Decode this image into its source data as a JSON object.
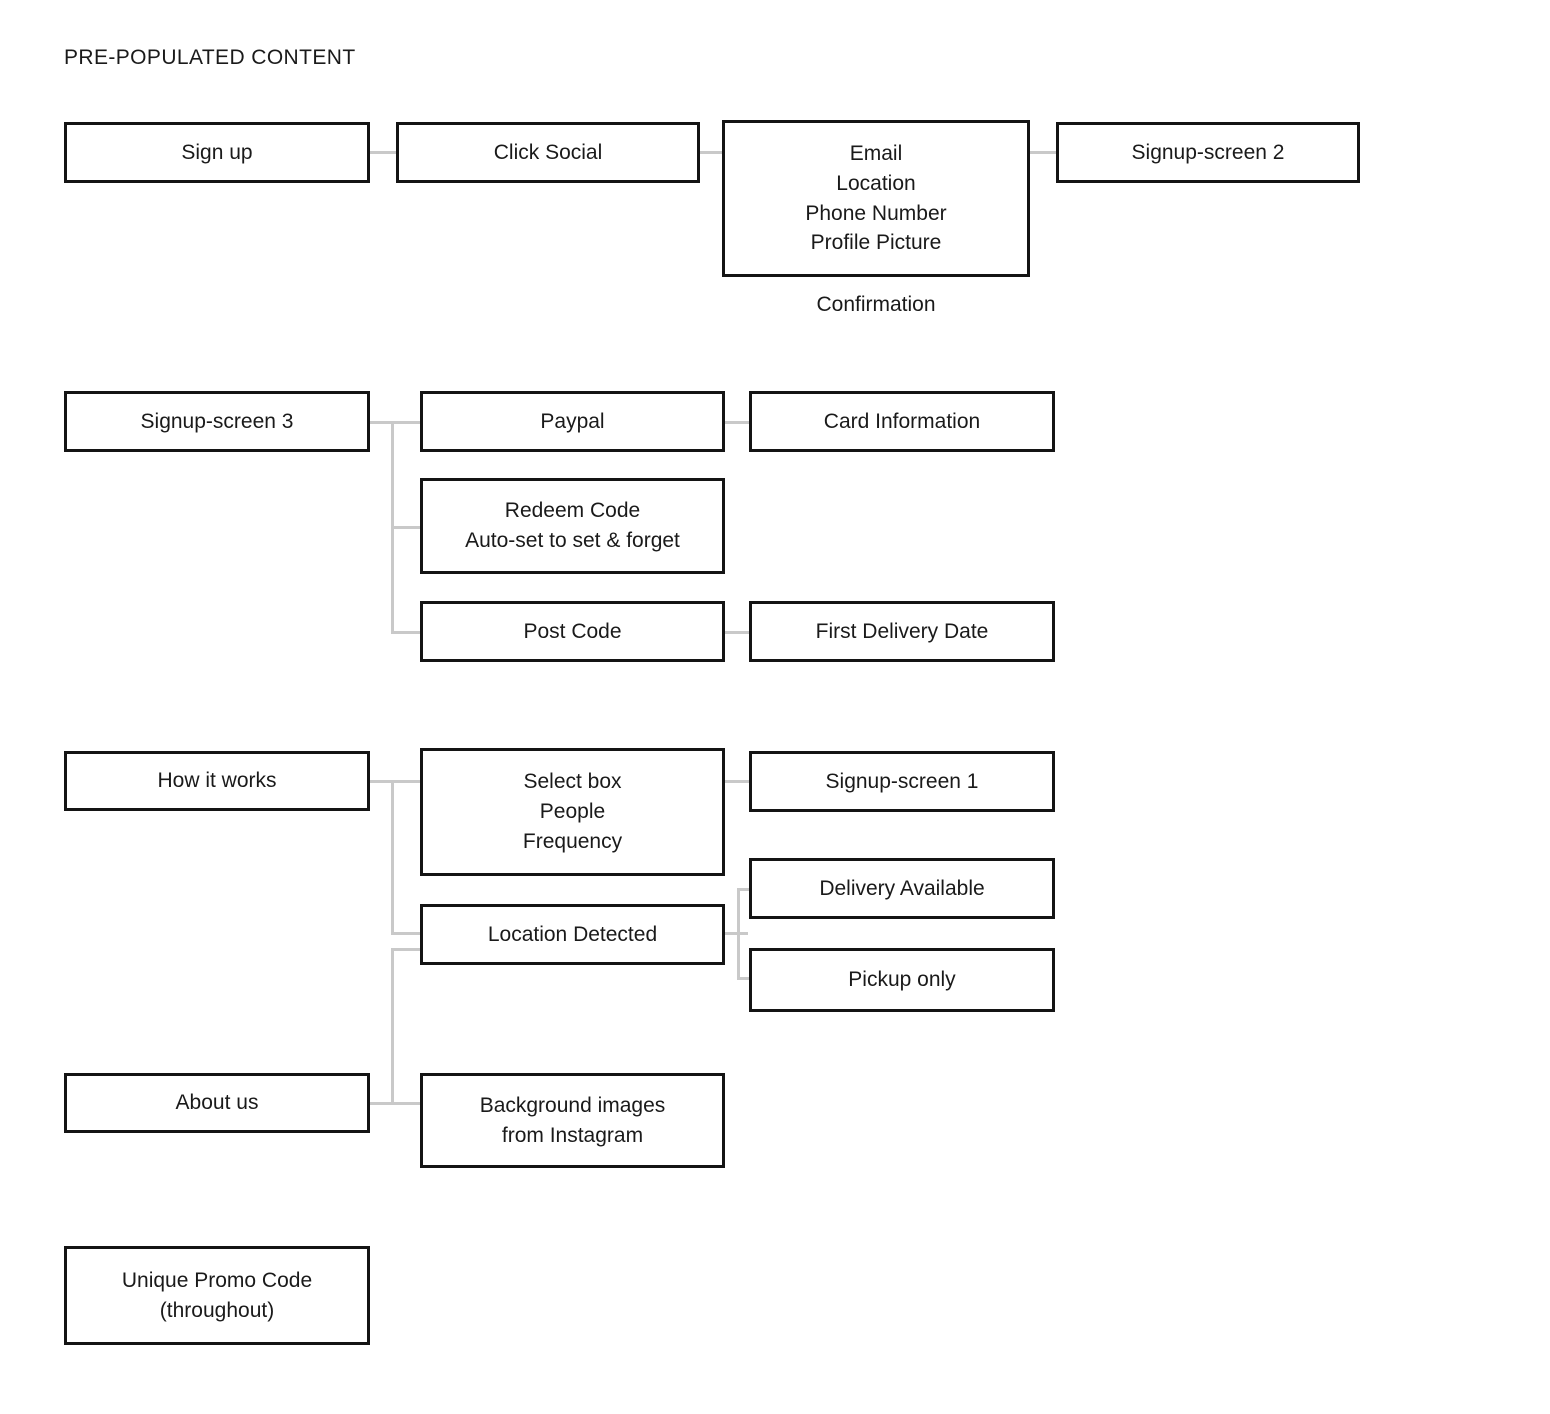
{
  "diagram": {
    "title": "PRE-POPULATED CONTENT",
    "captions": {
      "confirmation": "Confirmation"
    },
    "nodes": {
      "sign_up": "Sign up",
      "click_social": "Click Social",
      "profile_fields": "Email\nLocation\nPhone Number\nProfile Picture",
      "signup_screen_2": "Signup-screen 2",
      "signup_screen_3": "Signup-screen 3",
      "paypal": "Paypal",
      "card_information": "Card Information",
      "redeem_code": "Redeem Code\nAuto-set to set & forget",
      "post_code": "Post Code",
      "first_delivery_date": "First Delivery Date",
      "how_it_works": "How it works",
      "select_box": "Select box\nPeople\nFrequency",
      "signup_screen_1": "Signup-screen 1",
      "location_detected": "Location Detected",
      "delivery_available": "Delivery Available",
      "pickup_only": "Pickup only",
      "about_us": "About us",
      "background_images": "Background images\nfrom Instagram",
      "unique_promo_code": "Unique Promo Code\n(throughout)"
    },
    "colors": {
      "box_border": "#141414",
      "connector": "#c9c9c9",
      "text": "#1a1a1a",
      "background": "#ffffff"
    }
  }
}
